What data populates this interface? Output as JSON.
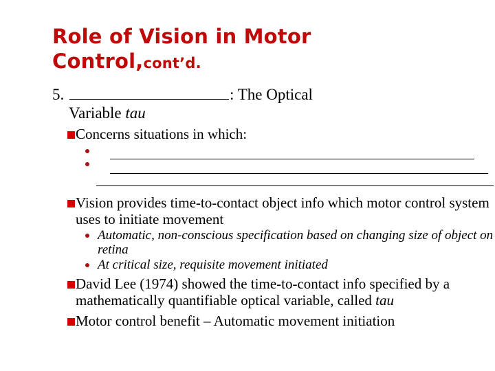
{
  "slide": {
    "title": {
      "line1": "Role of Vision in Motor",
      "line2_main": "Control,",
      "line2_cont": "cont’d.",
      "color": "#C00A0A"
    },
    "numbered_item": {
      "number": "5.",
      "blank_placeholder": "",
      "after_blank": ": The Optical",
      "continuation_plain": "Variable ",
      "continuation_italic": "tau"
    },
    "bullets": [
      {
        "marker": "red-square",
        "text": "Concerns situations in which:"
      },
      {
        "marker": "red-dot-blank",
        "text": ""
      },
      {
        "marker": "red-dot-blank",
        "text": ""
      },
      {
        "marker": "red-square",
        "text": "Vision provides time-to-contact object info which motor control system uses to initiate movement"
      },
      {
        "marker": "red-dot",
        "italic": true,
        "text": "Automatic, non-conscious specification based on changing size of object on retina"
      },
      {
        "marker": "red-dot",
        "italic": true,
        "text": "At critical size, requisite movement initiated"
      },
      {
        "marker": "red-square",
        "text_plain": "David Lee (1974) showed the time-to-contact info specified by a mathematically quantifiable optical variable, called ",
        "text_italic": "tau"
      },
      {
        "marker": "red-square",
        "text": "Motor control benefit – Automatic movement initiation"
      }
    ],
    "colors": {
      "title_red": "#C00A0A",
      "square_bullet_red": "#D60000",
      "dot_bullet_red": "#AA1111",
      "body_text": "#000000",
      "background": "#FFFFFF"
    }
  }
}
